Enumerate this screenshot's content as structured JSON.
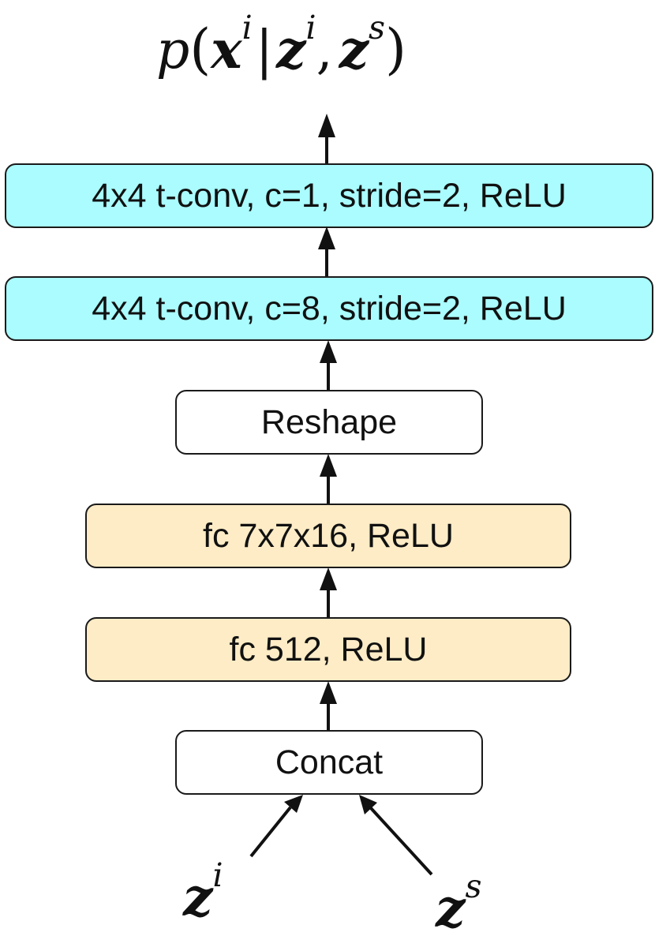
{
  "output": {
    "p": "p",
    "open": "(",
    "x": "x",
    "x_sup": "i",
    "bar": "|",
    "z1": "z",
    "z1_sup": "i",
    "comma": ",",
    "z2": "z",
    "z2_sup": "s",
    "close": ")"
  },
  "layers": {
    "conv1": "4x4 t-conv, c=1, stride=2, ReLU",
    "conv2": "4x4 t-conv, c=8, stride=2, ReLU",
    "reshape": "Reshape",
    "fc2": "fc 7x7x16, ReLU",
    "fc1": "fc 512, ReLU",
    "concat": "Concat"
  },
  "inputs": {
    "zi": "z",
    "zi_sup": "i",
    "zs": "z",
    "zs_sup": "s"
  },
  "colors": {
    "conv": "#aafcff",
    "fc": "#fdecc6",
    "plain": "#ffffff"
  }
}
